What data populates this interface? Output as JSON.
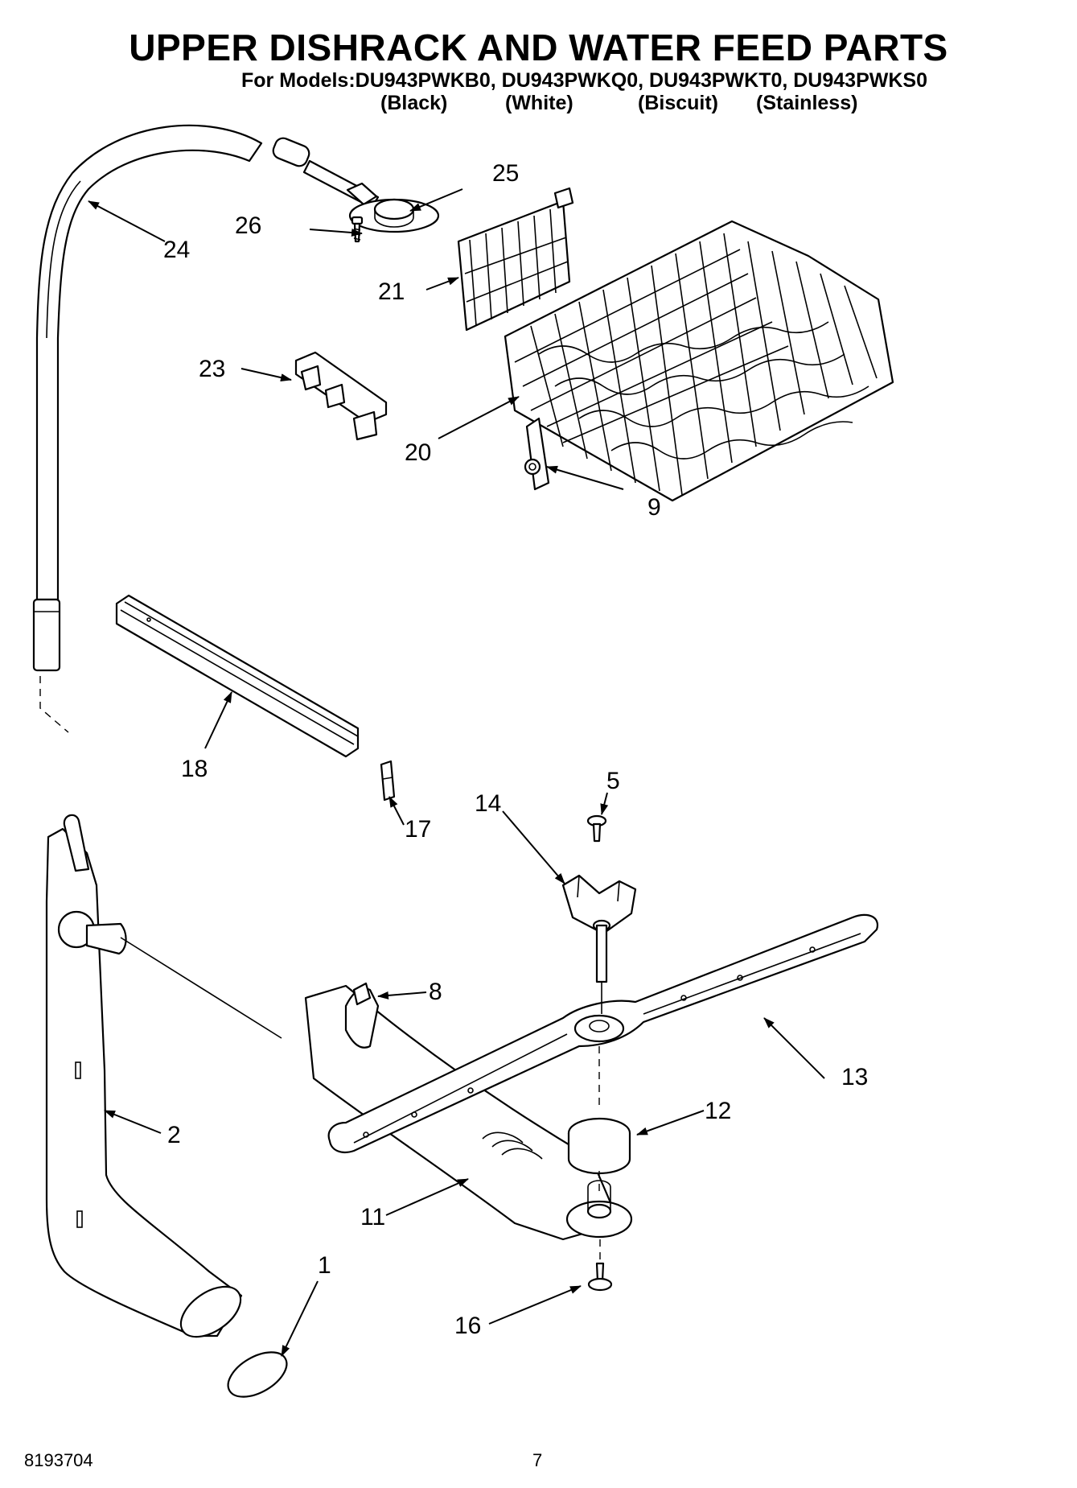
{
  "header": {
    "title": "UPPER DISHRACK AND WATER FEED PARTS",
    "models_line": "For Models:DU943PWKB0, DU943PWKQ0, DU943PWKT0, DU943PWKS0",
    "variants": [
      "(Black)",
      "(White)",
      "(Biscuit)",
      "(Stainless)"
    ]
  },
  "callouts": {
    "p1": "1",
    "p2": "2",
    "p5": "5",
    "p8": "8",
    "p9": "9",
    "p11": "11",
    "p12": "12",
    "p13": "13",
    "p14": "14",
    "p16": "16",
    "p17": "17",
    "p18": "18",
    "p20": "20",
    "p21": "21",
    "p23": "23",
    "p24": "24",
    "p25": "25",
    "p26": "26"
  },
  "footer": {
    "doc_number": "8193704",
    "page_number": "7"
  }
}
